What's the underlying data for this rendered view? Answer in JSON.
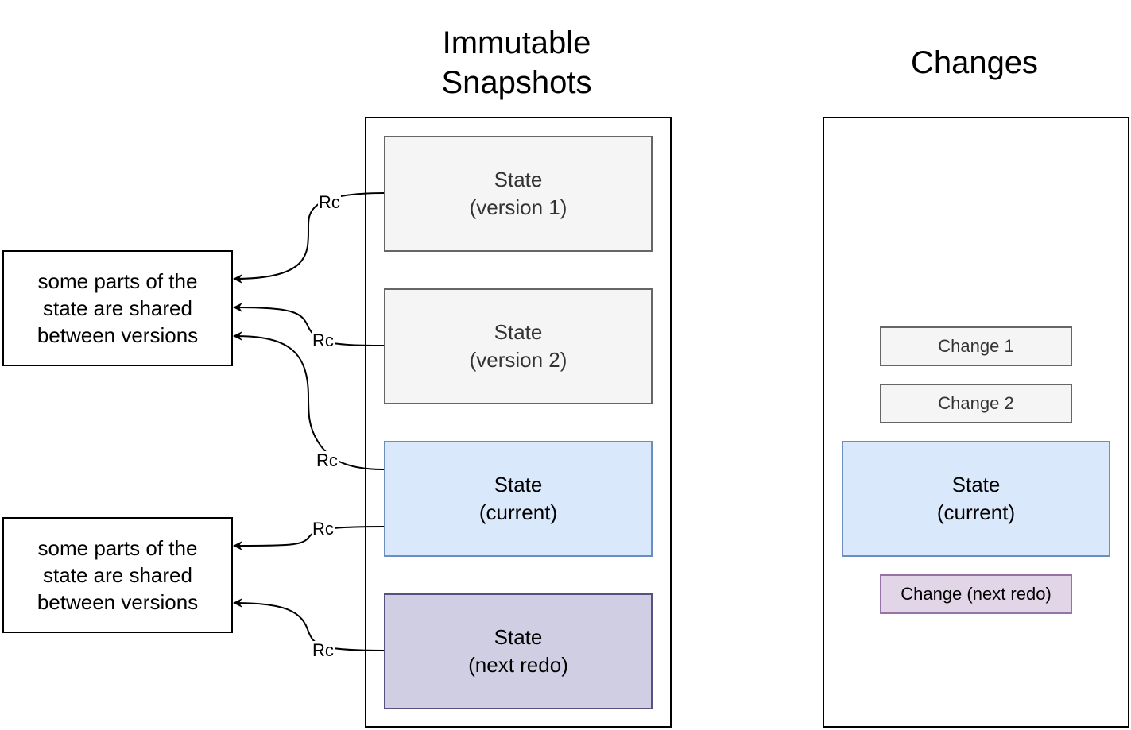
{
  "snapshots": {
    "title_line1": "Immutable",
    "title_line2": "Snapshots",
    "states": [
      {
        "line1": "State",
        "line2": "(version 1)"
      },
      {
        "line1": "State",
        "line2": "(version 2)"
      },
      {
        "line1": "State",
        "line2": "(current)"
      },
      {
        "line1": "State",
        "line2": "(next redo)"
      }
    ]
  },
  "changes": {
    "title": "Changes",
    "items": [
      {
        "label": "Change 1"
      },
      {
        "label": "Change 2"
      }
    ],
    "current_state": {
      "line1": "State",
      "line2": "(current)"
    },
    "next_redo": {
      "label": "Change (next redo)"
    }
  },
  "shared_notes": [
    {
      "line1": "some parts of the",
      "line2": "state are shared",
      "line3": "between versions"
    },
    {
      "line1": "some parts of the",
      "line2": "state are shared",
      "line3": "between versions"
    }
  ],
  "ref_label": "Rc",
  "colors": {
    "gray_fill": "#f5f5f5",
    "gray_stroke": "#666666",
    "blue_fill": "#dae8fc",
    "blue_stroke": "#6c8ebf",
    "purple_fill": "#d0cee2",
    "purple_stroke": "#56517e",
    "light_purple_fill": "#e1d5e7",
    "light_purple_stroke": "#9673a6"
  }
}
